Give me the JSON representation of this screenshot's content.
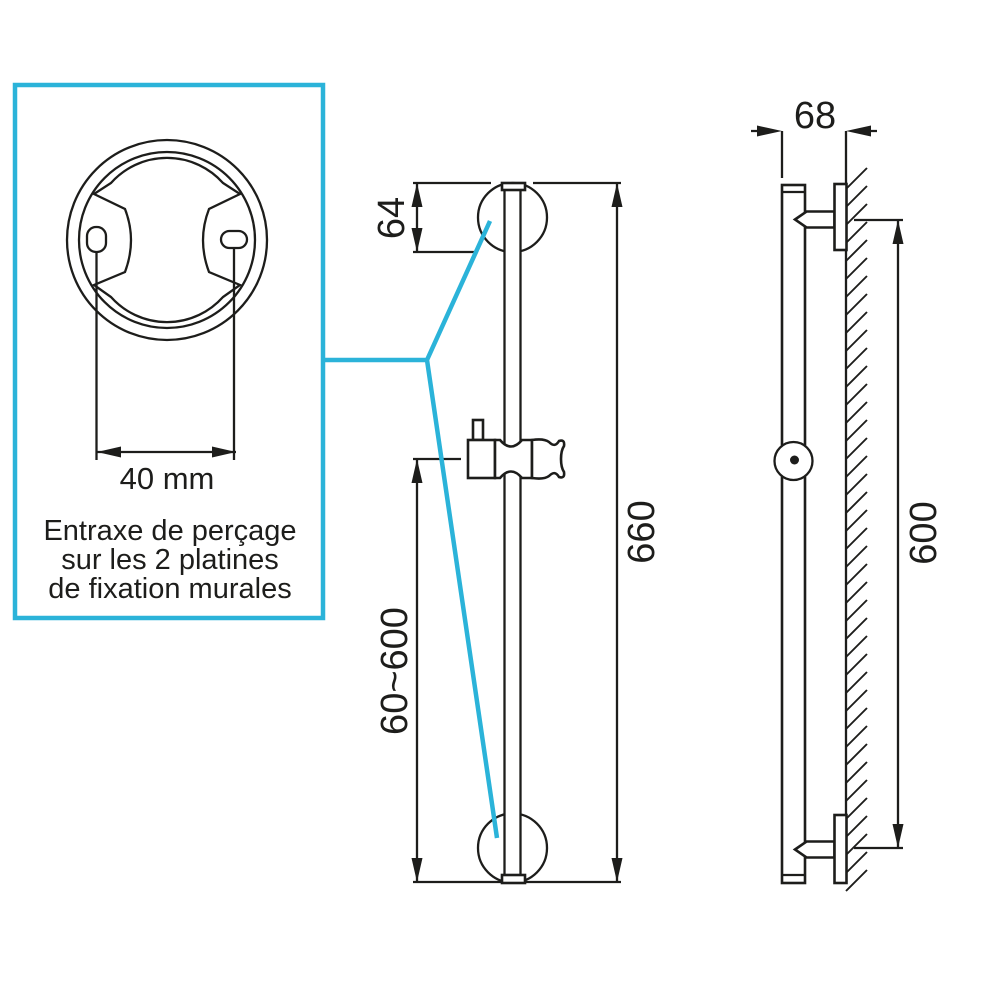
{
  "colors": {
    "accent": "#2bb3d9",
    "ink": "#1d1d1b",
    "background": "#ffffff"
  },
  "detail_box": {
    "dimension_label": "40 mm",
    "caption_line1": "Entraxe de perçage",
    "caption_line2": "sur les 2 platines",
    "caption_line3": "de fixation murales"
  },
  "front_view": {
    "plate_diameter_label": "64",
    "total_length_label": "660",
    "slider_range_label": "60~600"
  },
  "side_view": {
    "depth_label": "68",
    "fixing_centers_label": "600"
  }
}
